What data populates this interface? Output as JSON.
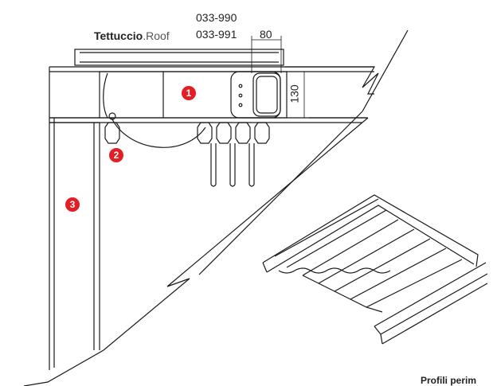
{
  "header": {
    "code_top": "033-990",
    "code_bottom": "033-991",
    "dimension_width": "80",
    "brand_name": "Tettuccio",
    "brand_suffix": ".Roof"
  },
  "dimension_height": "130",
  "callouts": [
    {
      "number": "1"
    },
    {
      "number": "2"
    },
    {
      "number": "3"
    }
  ],
  "footer_text": "Profili perim",
  "colors": {
    "accent": "#e31e24",
    "line": "#1a1a1a"
  }
}
